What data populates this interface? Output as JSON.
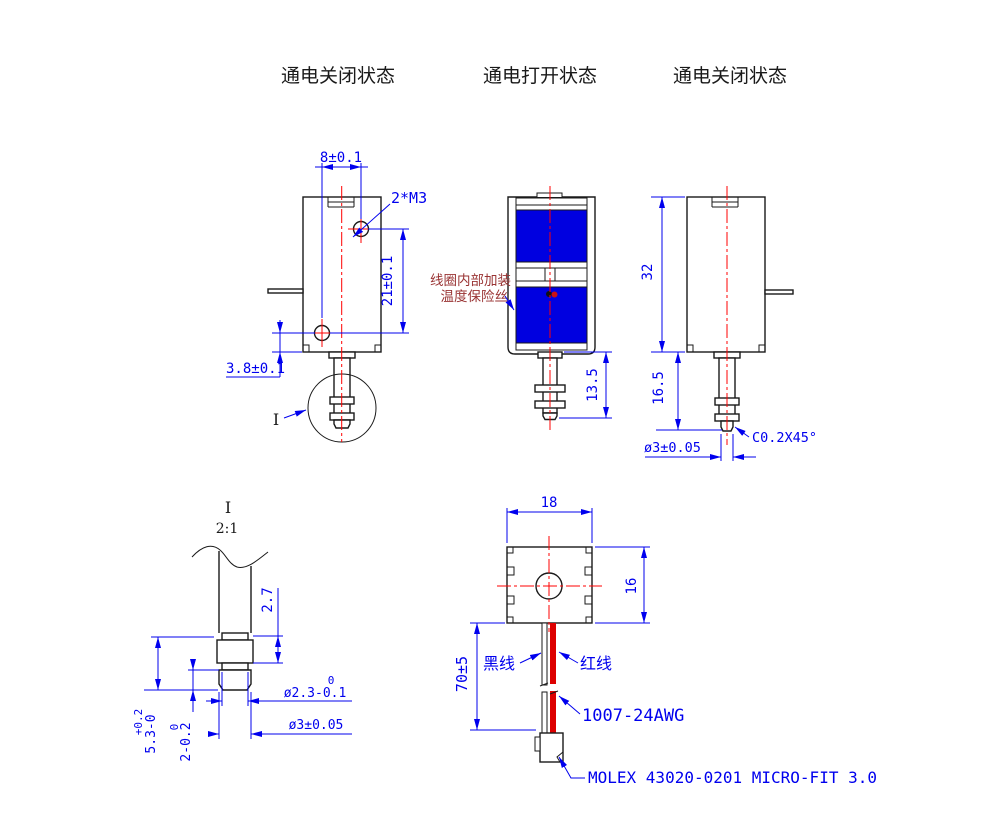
{
  "titles": {
    "left": "通电关闭状态",
    "middle": "通电打开状态",
    "right": "通电关闭状态"
  },
  "front_view": {
    "dim_hole_spacing_horizontal": "8±0.1",
    "thread_callout": "2*M3",
    "dim_hole_spacing_vertical": "21±0.1",
    "dim_lower_hole_to_base": "3.8±0.1",
    "detail_marker": "I"
  },
  "section_view": {
    "note_line1": "线圈内部加装",
    "note_line2": "温度保险丝",
    "dim_plunger_travel": "13.5"
  },
  "side_view": {
    "dim_body_height": "32",
    "dim_plunger_length": "16.5",
    "chamfer_callout": "C0.2X45°",
    "dim_shaft_diameter": "ø3±0.05"
  },
  "detail_view": {
    "label": "I",
    "scale": "2:1",
    "dim_groove_length": "2.7",
    "dim_end_length_main": "5.3-0",
    "dim_end_length_sup": "+0.2",
    "dim_tip_length_main": "2-0.2",
    "dim_tip_length_sup": "0",
    "dim_groove_diameter_main": "ø2.3-0.1",
    "dim_groove_diameter_sup": "0",
    "dim_shaft_diameter": "ø3±0.05"
  },
  "top_view": {
    "dim_width": "18",
    "dim_depth": "16"
  },
  "wiring": {
    "dim_wire_length": "70±5",
    "black_wire_label": "黑线",
    "red_wire_label": "红线",
    "wire_spec": "1007-24AWG",
    "connector_spec": "MOLEX 43020-0201 MICRO-FIT 3.0"
  },
  "colors": {
    "dimension_blue": "#0000ee",
    "coil_fill_blue": "#0000e0",
    "centerline_red": "#ff0000",
    "wire_red": "#dd0000",
    "outline_black": "#1a1a1a",
    "note_text_red": "#993333"
  }
}
